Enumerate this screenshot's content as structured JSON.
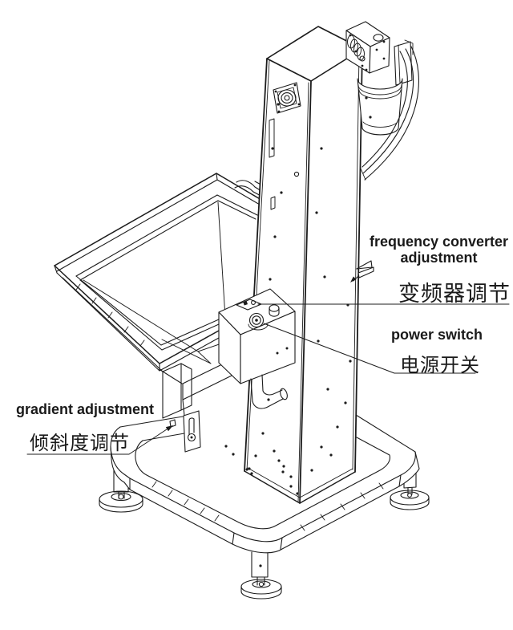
{
  "colors": {
    "line": "#1c1c1c",
    "text": "#1a1a1a",
    "background": "#ffffff"
  },
  "labels": {
    "frequency_converter": {
      "en_line1": "frequency converter",
      "en_line2": "adjustment",
      "zh": "变频器调节"
    },
    "power_switch": {
      "en": "power switch",
      "zh": "电源开关"
    },
    "gradient_adjustment": {
      "en": "gradient adjustment",
      "zh": "倾斜度调节"
    }
  }
}
